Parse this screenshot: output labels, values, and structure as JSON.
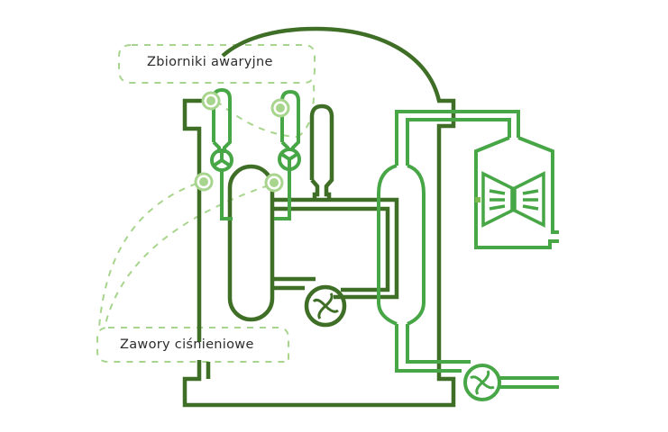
{
  "diagram": {
    "title": "Reactor cooling system schematic",
    "labels": {
      "emergency_tanks": "Zbiorniki awaryjne",
      "pressure_valves": "Zawory ciśnieniowe"
    },
    "components": [
      {
        "name": "containment-building",
        "icon": "containment-outline"
      },
      {
        "name": "reactor-vessel",
        "icon": "capsule-vessel"
      },
      {
        "name": "pressurizer",
        "icon": "capsule-tank"
      },
      {
        "name": "emergency-tank-1",
        "icon": "capsule-tank"
      },
      {
        "name": "emergency-tank-2",
        "icon": "capsule-tank"
      },
      {
        "name": "valve-1",
        "icon": "valve-circle"
      },
      {
        "name": "valve-2",
        "icon": "valve-circle"
      },
      {
        "name": "steam-generator",
        "icon": "capsule-vessel"
      },
      {
        "name": "primary-pump",
        "icon": "pump-fan"
      },
      {
        "name": "secondary-pump",
        "icon": "pump-fan"
      },
      {
        "name": "turbine",
        "icon": "turbine"
      }
    ],
    "colors": {
      "primary_loop": "#3f6f27",
      "secondary_loop": "#47a646",
      "callout": "#a8d58e",
      "marker_fill": "#a8d58e",
      "text": "#2d2d2d"
    }
  }
}
